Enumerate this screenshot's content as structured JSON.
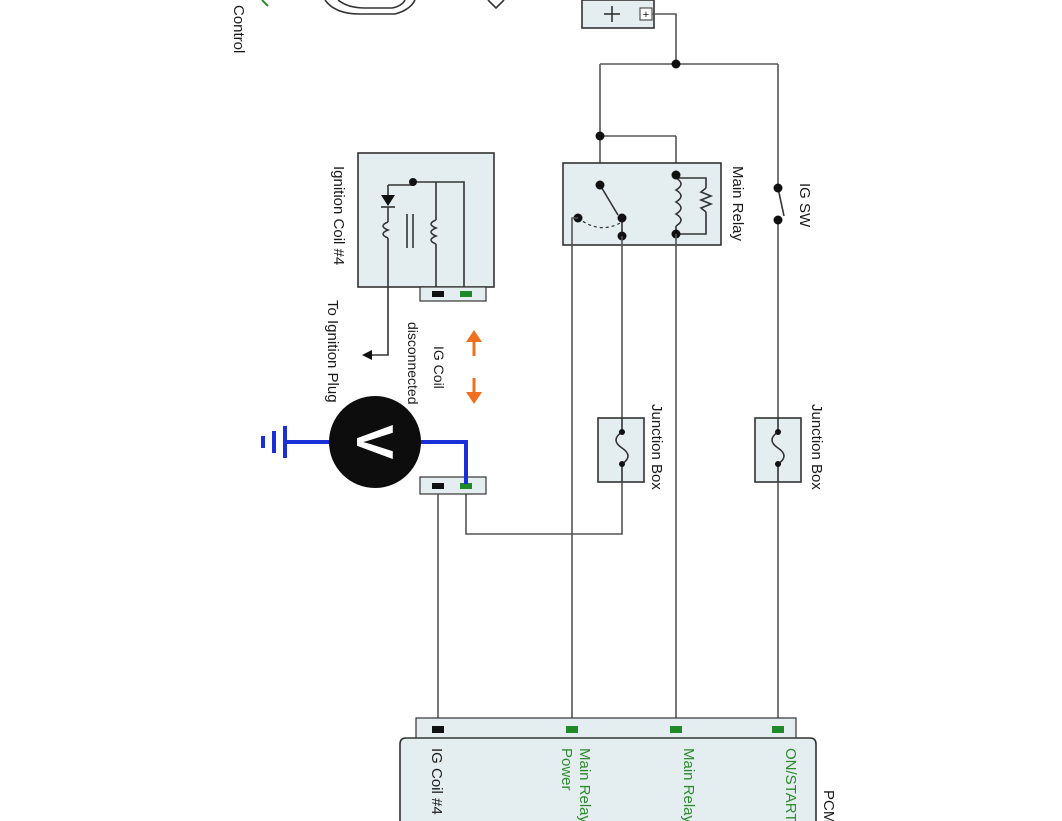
{
  "labels": {
    "control": "Control",
    "ignition_coil": "Ignition Coil #4",
    "to_ignition_plug": "To Ignition Plug",
    "ig_coil_disconnected_1": "IG Coil",
    "ig_coil_disconnected_2": "disconnected",
    "main_relay": "Main Relay",
    "ig_sw": "IG SW",
    "junction_box_left": "Junction Box",
    "junction_box_right": "Junction Box",
    "pcm": "PCM",
    "battery_plus": "+"
  },
  "pcm_pins": [
    {
      "label": "IG Coil #4",
      "color": "#1a1a1a"
    },
    {
      "label": "Main Relay",
      "label2": "Power",
      "color": "#2e8b2e"
    },
    {
      "label": "Main Relay",
      "color": "#2e8b2e"
    },
    {
      "label": "ON/START",
      "color": "#2e8b2e"
    }
  ],
  "meter": {
    "symbol": "V"
  },
  "colors": {
    "pin_green": "#1f8a2a",
    "pin_black": "#111111",
    "probe_blue": "#1a2fd6",
    "arrow_orange": "#f07020",
    "box_fill": "#e4eef0"
  }
}
